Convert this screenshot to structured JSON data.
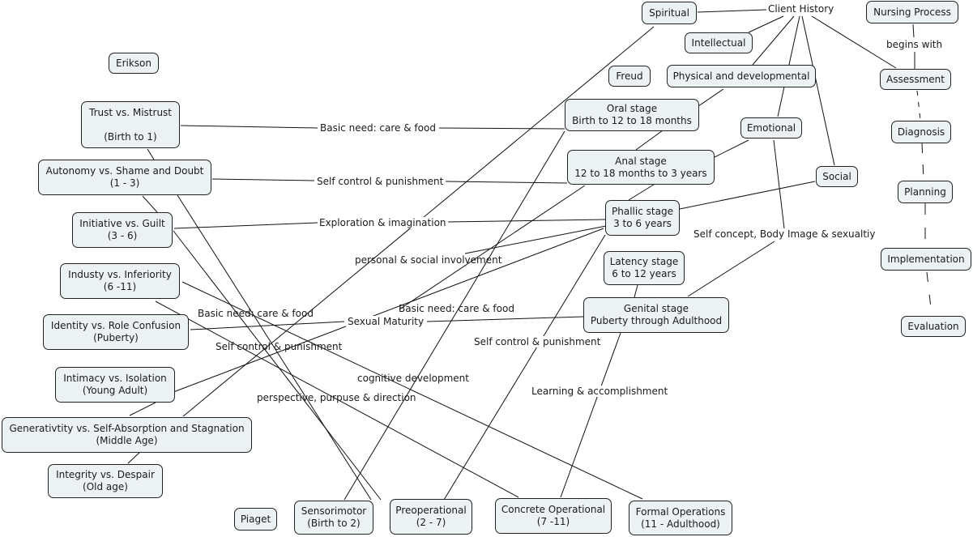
{
  "title": "Client History concept map",
  "nodes": {
    "erikson": "Erikson",
    "trust": "Trust vs. Mistrust\n\n(Birth to 1)",
    "autonomy": "Autonomy vs. Shame and Doubt\n(1 - 3)",
    "initiative": "Initiative vs. Guilt\n(3 - 6)",
    "industry": "Industy vs. Inferiority\n(6 -11)",
    "identity": "Identity vs. Role Confusion\n(Puberty)",
    "intimacy": "Intimacy vs. Isolation\n(Young Adult)",
    "generativity": "Generativtity vs. Self-Absorption and Stagnation\n(Middle Age)",
    "integrity": "Integrity vs. Despair\n(Old age)",
    "freud": "Freud",
    "oral": "Oral stage\nBirth to 12 to 18 months",
    "anal": "Anal stage\n12 to 18 months to 3 years",
    "phallic": "Phallic stage\n3 to 6 years",
    "latency": "Latency stage\n6 to 12 years",
    "genital": "Genital stage\nPuberty through Adulthood",
    "piaget": "Piaget",
    "sensorimotor": "Sensorimotor\n(Birth to 2)",
    "preoperational": "Preoperational\n(2 - 7)",
    "concrete": "Concrete Operational\n(7 -11)",
    "formal": "Formal Operations\n(11 - Adulthood)",
    "spiritual": "Spiritual",
    "intellectual": "Intellectual",
    "physical": "Physical and developmental",
    "emotional": "Emotional",
    "social": "Social",
    "client_history": "Client History",
    "nursing_process": "Nursing Process",
    "assessment": "Assessment",
    "diagnosis": "Diagnosis",
    "planning": "Planning",
    "implementation": "Implementation",
    "evaluation": "Evaluation"
  },
  "link_labels": {
    "basic_need_1": "Basic need: care & food",
    "self_control_1": "Self control & punishment",
    "exploration": "Exploration & imagination",
    "personal_social": "personal & social involvement",
    "basic_need_2": "Basic need: care & food",
    "basic_need_3": "Basic need: care & food",
    "sexual_maturity": "Sexual Maturity",
    "self_control_2": "Self control & punishment",
    "self_control_3": "Self control & punishment",
    "cognitive": "cognitive development",
    "perspective": "perspective, purpuse & direction",
    "learning": "Learning & accomplishment",
    "self_concept": "Self concept, Body Image & sexualtiy",
    "begins_with": "begins with"
  }
}
